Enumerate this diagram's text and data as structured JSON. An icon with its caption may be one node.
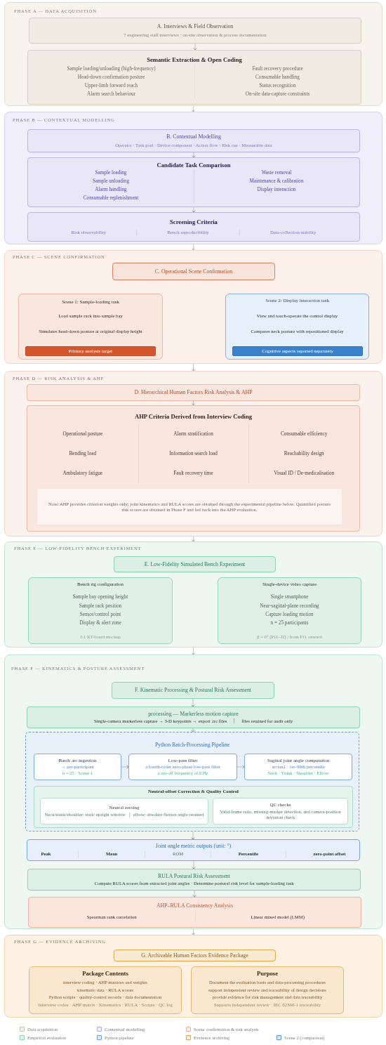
{
  "diagram": {
    "nodes": [
      {
        "text": [
          "PHASE A — DATA ACQUISITION"
        ]
      },
      {
        "text": [
          "A. Interviews & Field Observation",
          "7 engineering staff interviews · on-site observation & process documentation"
        ],
        "in": 0
      },
      {
        "text": [
          "Semantic Extraction & Open Coding",
          "Sample loading/unloading (high-frequency)",
          "Head-down confirmation posture",
          "Upper-limb forward reach",
          "Alarm search behaviour",
          "Fault recovery procedure",
          "Consumable handling",
          "Status recognition",
          "On-site data-capture constraints"
        ],
        "in": 0
      },
      {
        "text": [
          "PHASE B — CONTEXTUAL MODELLING"
        ]
      },
      {
        "text": [
          "B. Contextual Modelling",
          "Operator · Task goal · Device component · Action flow · Risk cue · Measurable data"
        ],
        "in": 3
      },
      {
        "text": [
          "Candidate Task Comparison",
          "Sample loading",
          "Sample unloading",
          "Alarm handling",
          "Consumable replenishment",
          "Waste removal",
          "Maintenance & calibration",
          "Display interaction"
        ],
        "in": 3
      },
      {
        "text": [
          "Screening Criteria",
          "Risk observability",
          "Bench reproducibility",
          "Data-collection stability"
        ],
        "in": 3
      },
      {
        "text": [
          "PHASE C — SCENE CONFIRMATION"
        ]
      },
      {
        "text": [
          "C. Operational Scene Confirmation"
        ],
        "in": 7
      },
      {
        "text": [
          "Scene 1: Sample-loading task",
          "Load sample rack into sample bay",
          "Simulates head-down posture at original display height"
        ],
        "in": 7
      },
      {
        "text": [
          "Primary analysis target"
        ],
        "in": 9
      },
      {
        "text": [
          "Scene 2: Display interaction task",
          "View and touch-operate the control display",
          "Compares neck posture with repositioned display"
        ],
        "in": 7
      },
      {
        "text": [
          "Cognitive aspects reported separately"
        ],
        "in": 11
      },
      {
        "text": [
          "PHASE D — RISK ANALYSIS & AHP"
        ]
      },
      {
        "text": [
          "D. Hierarchical Human Factors Risk Analysis & AHP"
        ],
        "in": 13
      },
      {
        "text": [
          "AHP Criteria Derived from Interview Coding",
          "Operational posture",
          "Alarm stratification",
          "Consumable efficiency",
          "Bending load",
          "Information search load",
          "Reachability design",
          "Ambulatory fatigue",
          "Fault recovery time",
          "Visual ID / De-medicalisation"
        ],
        "in": 13
      },
      {
        "text": [
          "Note: AHP provides criterion weights only; joint kinematics and RULA scores are obtained through the experimental pipeline below. Quantified posture risk scores are obtained in Phase F and fed back into the AHP evaluation."
        ],
        "in": 15
      },
      {
        "text": [
          "PHASE E — LOW-FIDELITY BENCH EXPERIMENT"
        ]
      },
      {
        "text": [
          "E. Low-Fidelity Simulated Bench Experiment"
        ],
        "in": 17
      },
      {
        "text": [
          "Bench rig configuration",
          "Sample bay opening height",
          "Sample rack position",
          "Sensor/control point",
          "Display & alert zone",
          "1:1 KT-board mockup"
        ],
        "in": 17
      },
      {
        "text": [
          "Single-device video capture",
          "Single smartphone",
          "Near-sagittal-plane recording",
          "Capture loading motion",
          "n = 25 participants",
          "β = 0° (P11–J2) / from P11 onward"
        ],
        "in": 17
      },
      {
        "text": [
          "PHASE F — KINEMATICS & POSTURE ASSESSMENT"
        ]
      },
      {
        "text": [
          "F. Kinematic Processing & Postural Risk Assessment"
        ],
        "in": 21
      },
      {
        "text": [
          "processing — Markerless motion capture",
          "Single-camera markerless capture → 3-D keypoints → export .trc files",
          "files retained for audit only"
        ],
        "in": 21
      },
      {
        "text": [
          "Python Batch-Processing Pipeline"
        ],
        "in": 21
      },
      {
        "text": [
          "Batch .trc ingestion",
          "→ per-participant",
          "n = 25 · Scene 1"
        ],
        "in": 24
      },
      {
        "text": [
          "Low-pass filter",
          "a fourth-order zero-phase low-pass filter",
          "a cut-off frequency of 6 Hz"
        ],
        "in": 24
      },
      {
        "text": [
          "Sagittal joint angle computation",
          "arctan2 · 1st–99th percentile",
          "Neck · Trunk · Shoulder · Elbow"
        ],
        "in": 24
      },
      {
        "text": [
          "Neutral-offset Correction & Quality Control"
        ],
        "in": 24
      },
      {
        "text": [
          "Neutral zeroing",
          "Neck/trunk/shoulder: static upright window",
          "elbow: absolute flexion angle retained"
        ],
        "in": 28
      },
      {
        "text": [
          "QC checks",
          "Valid-frame ratio, missing-marker detection, and camera-position deviation check"
        ],
        "in": 28
      },
      {
        "text": [
          "Joint angle metric outputs (unit: °)",
          "Peak",
          "Mean",
          "ROM",
          "Percentile",
          "zero-point offset"
        ],
        "in": 21
      },
      {
        "text": [
          "RULA Postural Risk Assessment",
          "Compute RULA scores from extracted joint angles · Determine postural risk level for sample-loading task"
        ],
        "in": 21
      },
      {
        "text": [
          "AHP–RULA Consistency Analysis",
          "Spearman rank correlation",
          "Linear mixed model (LMM)"
        ],
        "in": 21
      },
      {
        "text": [
          "PHASE G — EVIDENCE ARCHIVING"
        ]
      },
      {
        "text": [
          "G. Archivable Human Factors Evidence Package"
        ],
        "in": 34
      },
      {
        "text": [
          "Package Contents",
          "interview coding · AHP matrices and weights",
          "kinematic data · RULA scores",
          "Python scripts · quality-control records · data documentation",
          "Interview codes · AHP matrix · Kinematics · RULA · Scripts · QC log"
        ],
        "in": 34
      },
      {
        "text": [
          "Purpose",
          "Document the evaluation basis and data-processing procedures",
          "support independent review and traceability of design decisions",
          "provide evidence for risk management and data traceability",
          "Supports independent review · IEC 62366-1 traceability"
        ],
        "in": 34
      }
    ],
    "edges": [
      {
        "from": 1,
        "to": 2,
        "arrow": "to"
      },
      {
        "from": 0,
        "to": 3,
        "arrow": "to"
      },
      {
        "from": 4,
        "to": 5,
        "arrow": "to"
      },
      {
        "from": 5,
        "to": 6,
        "arrow": "to"
      },
      {
        "from": 3,
        "to": 7,
        "arrow": "to"
      },
      {
        "from": 7,
        "to": 13,
        "arrow": "to"
      },
      {
        "from": 14,
        "to": 15,
        "arrow": "to"
      },
      {
        "from": 13,
        "to": 17,
        "arrow": "to"
      },
      {
        "from": 17,
        "to": 21,
        "arrow": "to"
      },
      {
        "from": 22,
        "to": 23,
        "arrow": "to"
      },
      {
        "from": 23,
        "to": 24,
        "arrow": "to"
      },
      {
        "from": 25,
        "to": 26,
        "arrow": "to"
      },
      {
        "from": 26,
        "to": 27,
        "arrow": "to"
      },
      {
        "from": 24,
        "to": 31,
        "arrow": "to"
      },
      {
        "from": 31,
        "to": 32,
        "arrow": "to"
      },
      {
        "from": 32,
        "to": 33,
        "arrow": "to"
      },
      {
        "from": 21,
        "to": 34,
        "arrow": "to"
      }
    ],
    "legend": [
      {
        "text": "Data acquisition",
        "color": "#c9c1b3"
      },
      {
        "text": "Contextual modelling",
        "color": "#b3acdf"
      },
      {
        "text": "Scene confirmation & risk analysis",
        "color": "#eeb09b"
      },
      {
        "text": "Empirical evaluation",
        "color": "#8fd3b4"
      },
      {
        "text": "Python pipeline",
        "color": "#6d9edb"
      },
      {
        "text": "Evidence archiving",
        "color": "#e2a94c"
      },
      {
        "text": "Scene 2 (comparison)",
        "color": "#5a8fd3"
      }
    ]
  }
}
